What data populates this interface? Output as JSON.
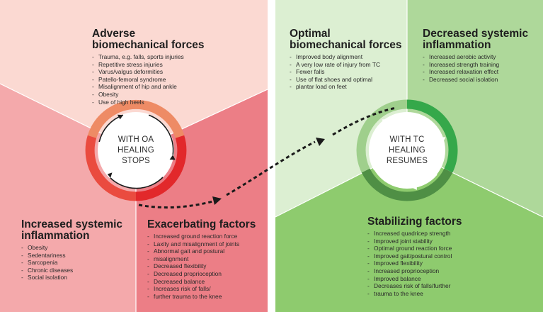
{
  "colors": {
    "left_top": "#fbd9d2",
    "left_bottom_left": "#f4a9ab",
    "left_bottom_right": "#ec7e86",
    "right_top_left": "#dcefd2",
    "right_top_right": "#aed89a",
    "right_bottom": "#8ecb6e",
    "left_ring": "#e2282b",
    "right_ring": "#35a84a"
  },
  "left": {
    "hub_lines": [
      "WITH OA",
      "HEALING",
      "STOPS"
    ],
    "adverse": {
      "title_lines": [
        "Adverse",
        "biomechanical forces"
      ],
      "items": [
        "Trauma, e.g. falls, sports injuries",
        "Repetitive stress injuries",
        "Varus/valgus deformities",
        "Patello-femoral syndrome",
        "Misalignment of hip and ankle",
        "Obesity",
        "Use of high heels"
      ]
    },
    "inflammation": {
      "title_lines": [
        "Increased systemic",
        "inflammation"
      ],
      "items": [
        "Obesity",
        "Sedentariness",
        "Sarcopenia",
        "Chronic diseases",
        "Social isolation"
      ]
    },
    "exacerbating": {
      "title_lines": [
        "Exacerbating factors"
      ],
      "items": [
        "Increased ground reaction force",
        "Laxity and misalignment of joints",
        "Abnormal gait and postural",
        "misalignment",
        "Decreased flexibility",
        "Decreased proprioception",
        "Decreased balance",
        "Increases risk of falls/",
        "further trauma to the knee"
      ]
    }
  },
  "right": {
    "hub_lines": [
      "WITH TC",
      "HEALING",
      "RESUMES"
    ],
    "optimal": {
      "title_lines": [
        "Optimal",
        "biomechanical forces"
      ],
      "items": [
        "Improved body alignment",
        "A very low rate of injury from TC",
        "Fewer falls",
        "Use of flat shoes and optimal",
        "plantar load on feet"
      ]
    },
    "decreased": {
      "title_lines": [
        "Decreased systemic",
        "inflammation"
      ],
      "items": [
        "Increased aerobic activity",
        "Increased strength training",
        "Increased relaxation effect",
        "Decreased social isolation"
      ]
    },
    "stabilizing": {
      "title_lines": [
        "Stabilizing factors"
      ],
      "items": [
        "Increased quadricep strength",
        "Improved joint stability",
        "Optimal ground reaction force",
        "Improved gait/postural control",
        "Improved flexibility",
        "Increased proprioception",
        "Improved balance",
        "Decreases risk of falls/further",
        "trauma to the knee"
      ]
    }
  }
}
